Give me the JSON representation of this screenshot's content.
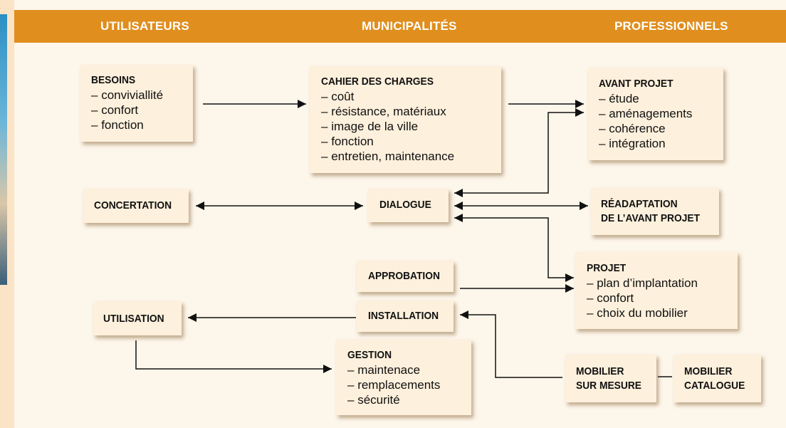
{
  "columns": [
    "UTILISATEURS",
    "MUNICIPALITÉS",
    "PROFESSIONNELS"
  ],
  "boxes": {
    "besoins": {
      "title": "BESOINS",
      "items": [
        "conviviallité",
        "confort",
        "fonction"
      ]
    },
    "cahier": {
      "title": "CAHIER DES CHARGES",
      "items": [
        "coût",
        "résistance, matériaux",
        "image de la ville",
        "fonction",
        "entretien, maintenance"
      ]
    },
    "avant_projet": {
      "title": "AVANT PROJET",
      "items": [
        "étude",
        "aménagements",
        "cohérence",
        "intégration"
      ]
    },
    "concertation": {
      "title": "CONCERTATION"
    },
    "dialogue": {
      "title": "DIALOGUE"
    },
    "readaptation": {
      "title_line1": "RÉADAPTATION",
      "title_line2": "DE L’AVANT PROJET"
    },
    "approbation": {
      "title": "APPROBATION"
    },
    "projet": {
      "title": "PROJET",
      "items": [
        "plan d’implantation",
        "confort",
        "choix du mobilier"
      ]
    },
    "utilisation": {
      "title": "UTILISATION"
    },
    "installation": {
      "title": "INSTALLATION"
    },
    "gestion": {
      "title": "GESTION",
      "items": [
        "maintenace",
        "remplacements",
        "sécurité"
      ]
    },
    "mobilier_mesure": {
      "title_line1": "MOBILIER",
      "title_line2": "SUR MESURE"
    },
    "mobilier_catalogue": {
      "title_line1": "MOBILIER",
      "title_line2": "CATALOGUE"
    }
  },
  "colors": {
    "header": "#e08e1e",
    "box": "#fdf0dc",
    "background": "#fdf6ea"
  }
}
